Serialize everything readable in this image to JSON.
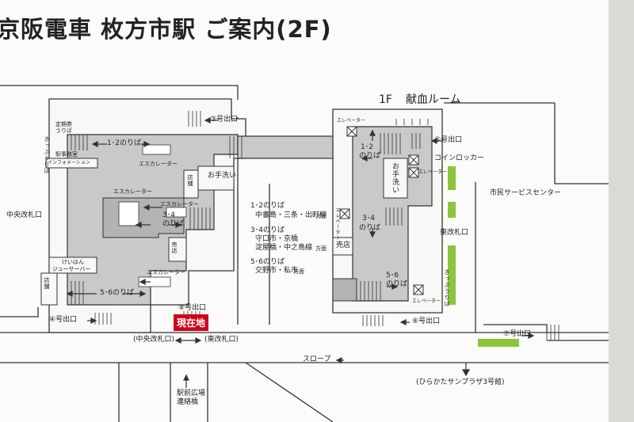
{
  "title": "京阪電車 枚方市駅 ご案内(2F)",
  "present_location": "現在地",
  "west": {
    "platforms_12": "1･2のりば",
    "platforms_34": "3･4",
    "platforms_34_b": "のりば",
    "platforms_56": "5･6のりば",
    "escalator": "エスカレーター",
    "ticket_office": "駅事務室",
    "information": "インフォメーション",
    "ticket_machine_1": "定期券",
    "ticket_machine_2": "うりば",
    "kippu_uriba": "きっぷうりば",
    "toilet": "お手洗い",
    "shop_store": "店舗",
    "kiosk": "売店",
    "juice_bar_1": "けいはん",
    "juice_bar_2": "ジューサーバー",
    "central_gate": "中央改札口"
  },
  "exits": {
    "e3": "③号出口",
    "e4": "④号出口",
    "e5": "⑤号出口",
    "e6": "⑥号出口",
    "e7": "⑦号出口",
    "e9": "⑨号出口"
  },
  "directions": [
    {
      "platform": "1･2のりば",
      "dest": "中書島・三条・出町柳",
      "suffix": "方面"
    },
    {
      "platform": "3･4のりば",
      "dest": "守口市・京橋",
      "dest2": "淀屋橋・中之島線",
      "suffix": "方面"
    },
    {
      "platform": "5･6のりば",
      "dest": "交野市・私市",
      "suffix": "方面"
    }
  ],
  "east": {
    "floor_label": "1F",
    "blood_donation": "献血ルーム",
    "platforms_12a": "1･2",
    "platforms_12b": "のりば",
    "platforms_34a": "3･4",
    "platforms_34b": "のりば",
    "platforms_56a": "5･6",
    "platforms_56b": "のりば",
    "elevator": "エレベーター",
    "toilet": "お手洗い",
    "coin_locker": "コインロッカー",
    "kiosk": "売店",
    "east_gate": "東改札口",
    "kippu_uriba": "きっぷうりば",
    "city_service": "市民サービスセンター"
  },
  "bottom": {
    "central_gate_paren": "(中央改札口)",
    "east_gate_paren": "(東改札口)",
    "slope": "スロープ",
    "sunplaza": "(ひらかたサンプラザ3号館)",
    "plaza_1": "駅前広場",
    "plaza_2": "連絡橋"
  },
  "colors": {
    "platform_fill": "#b3b3b1",
    "concourse_fill": "#c9c9c7",
    "accent_green": "#8bc53f",
    "present_red": "#d0021b"
  }
}
